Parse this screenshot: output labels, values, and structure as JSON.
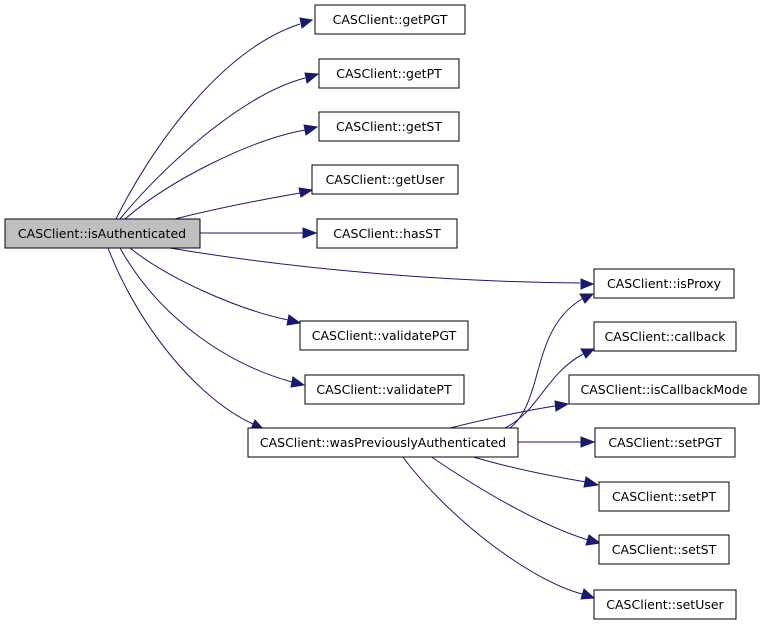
{
  "colors": {
    "edge": "#191970",
    "node_fill": "#ffffff",
    "focus_fill": "#bfbfbf",
    "border": "#000000"
  },
  "nodes": {
    "is_authenticated": "CASClient::isAuthenticated",
    "get_pgt": "CASClient::getPGT",
    "get_pt": "CASClient::getPT",
    "get_st": "CASClient::getST",
    "get_user": "CASClient::getUser",
    "has_st": "CASClient::hasST",
    "is_proxy": "CASClient::isProxy",
    "validate_pgt": "CASClient::validatePGT",
    "validate_pt": "CASClient::validatePT",
    "was_previously_authenticated": "CASClient::wasPreviouslyAuthenticated",
    "callback": "CASClient::callback",
    "is_callback_mode": "CASClient::isCallbackMode",
    "set_pgt": "CASClient::setPGT",
    "set_pt": "CASClient::setPT",
    "set_st": "CASClient::setST",
    "set_user": "CASClient::setUser"
  }
}
